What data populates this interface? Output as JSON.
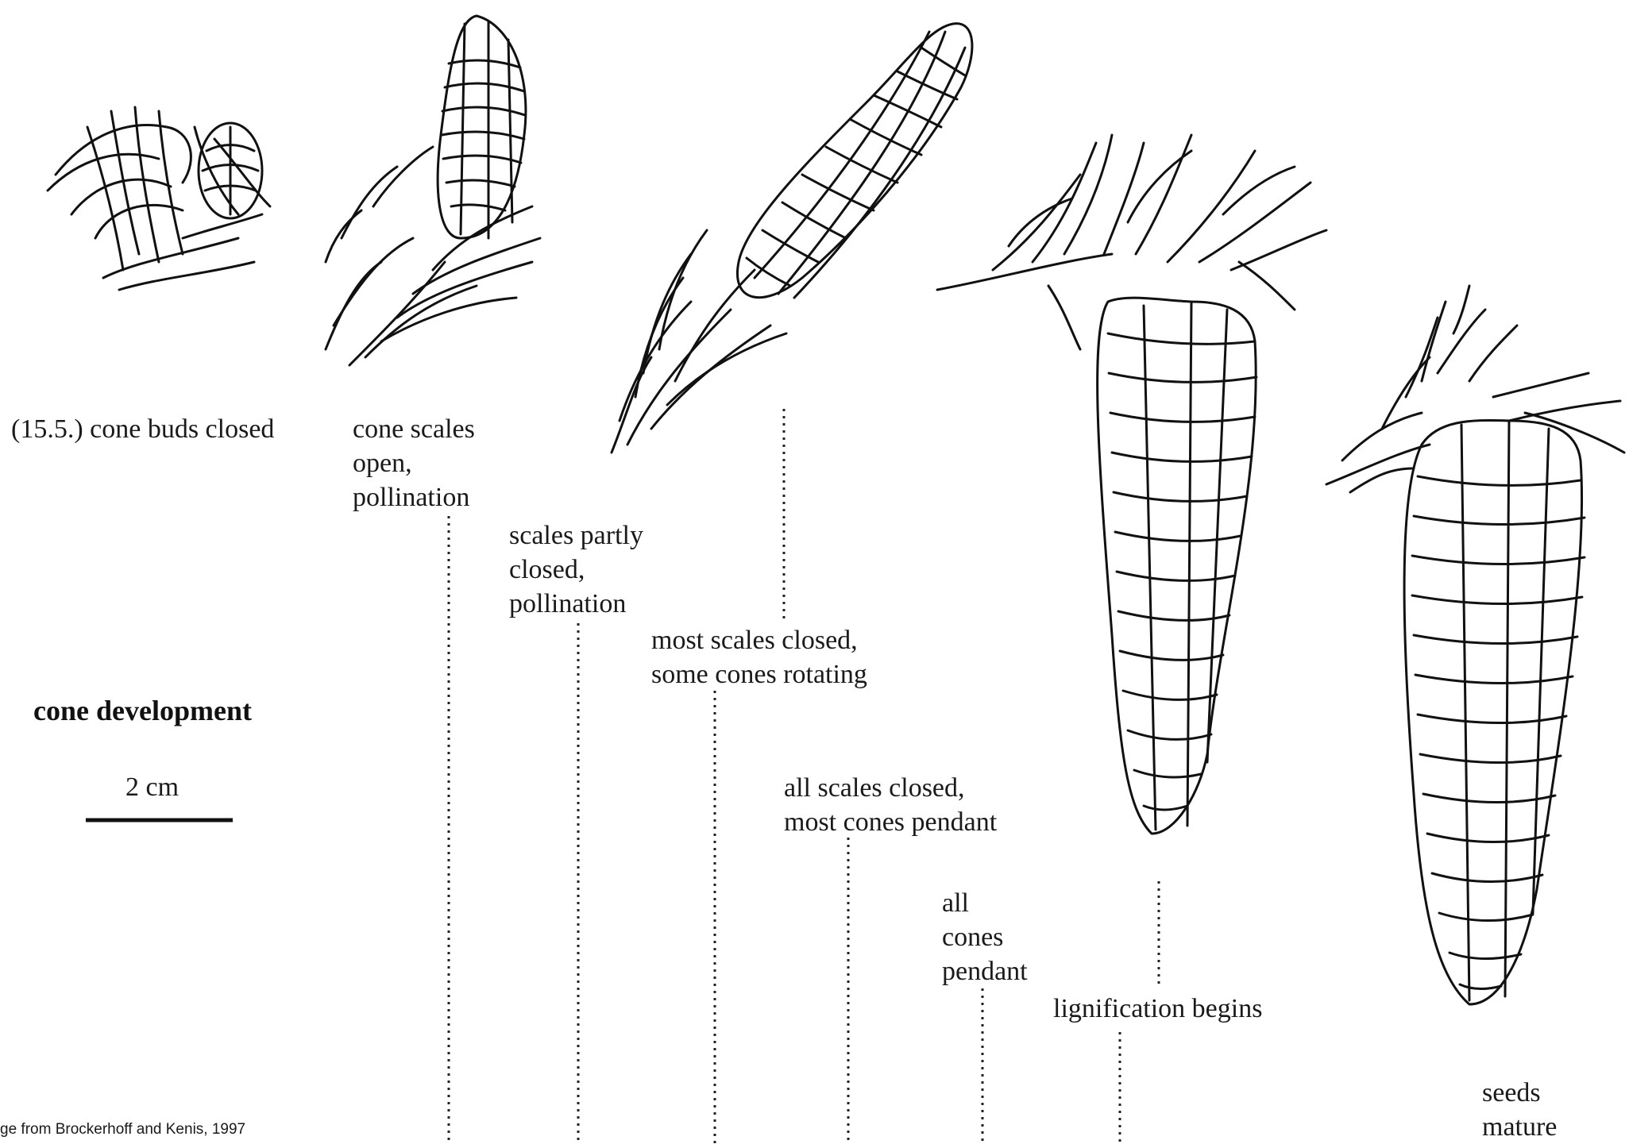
{
  "title": "cone development",
  "scale_bar_label": "2 cm",
  "credit": "ge from Brockerhoff and Kenis, 1997",
  "stages": [
    {
      "id": "stage-1",
      "lines": [
        "(15.5.) cone buds closed"
      ]
    },
    {
      "id": "stage-2",
      "lines": [
        "cone scales",
        "open,",
        "pollination"
      ]
    },
    {
      "id": "stage-3",
      "lines": [
        "scales partly",
        "closed,",
        "pollination"
      ]
    },
    {
      "id": "stage-4",
      "lines": [
        "most scales closed,",
        "some cones rotating"
      ]
    },
    {
      "id": "stage-5",
      "lines": [
        "all scales closed,",
        "most cones pendant"
      ]
    },
    {
      "id": "stage-6",
      "lines": [
        "all",
        "cones",
        "pendant"
      ]
    },
    {
      "id": "stage-7",
      "lines": [
        "lignification begins"
      ]
    },
    {
      "id": "stage-8",
      "lines": [
        "seeds",
        "mature"
      ]
    }
  ]
}
